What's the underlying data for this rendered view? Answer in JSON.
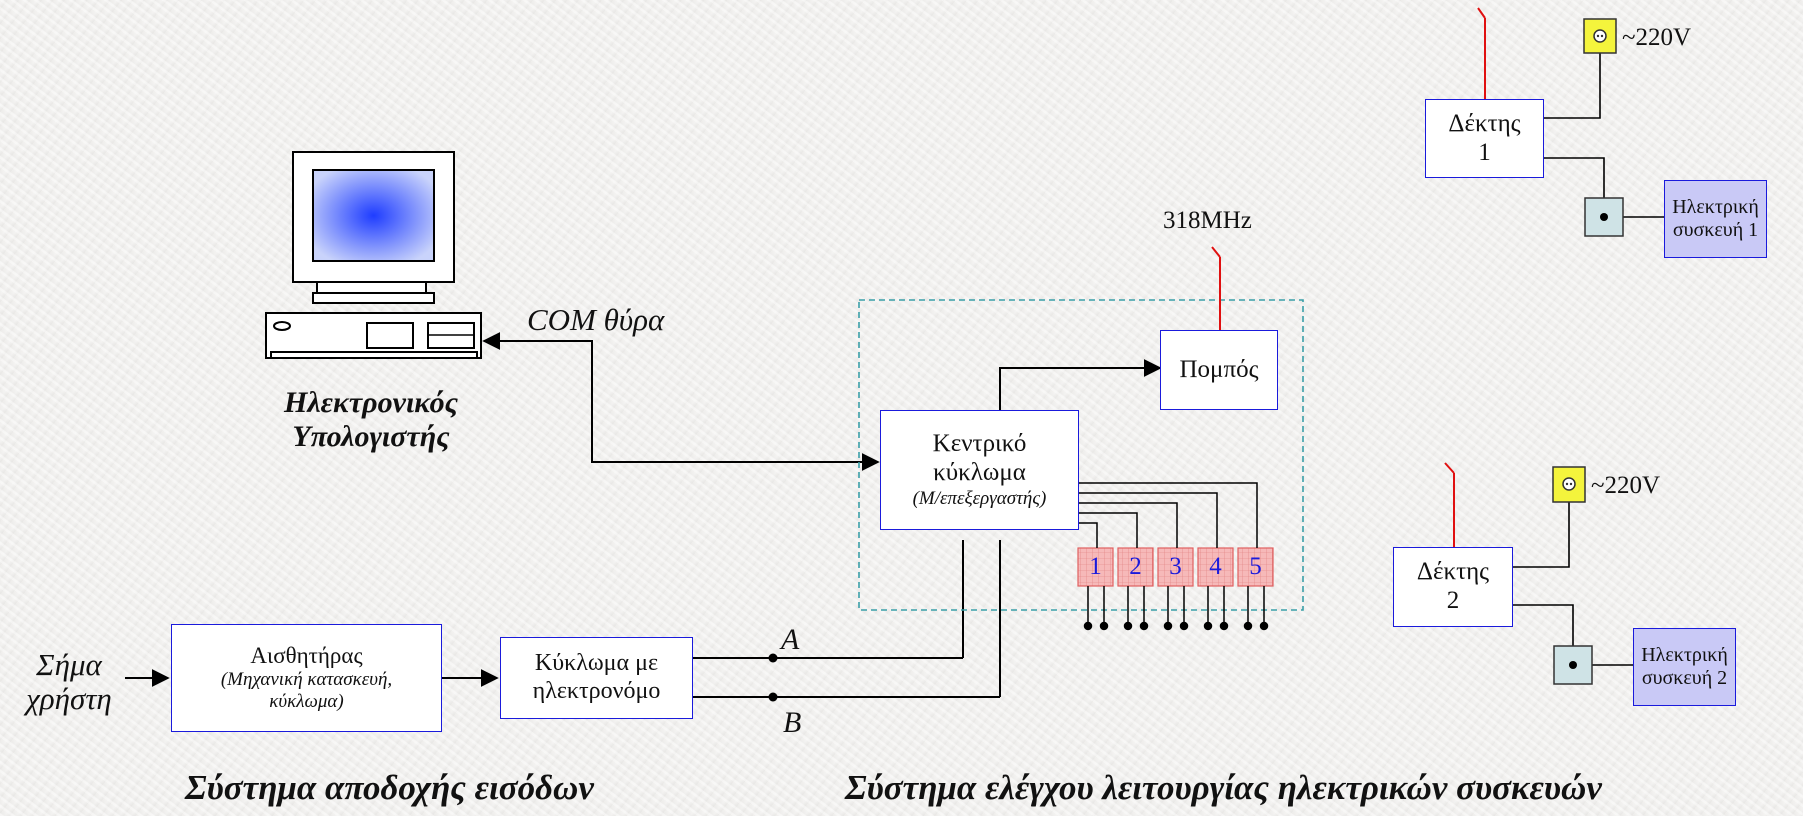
{
  "computer": {
    "line1": "Ηλεκτρονικός",
    "line2": "Υπολογιστής"
  },
  "com_port": "COM θύρα",
  "input": {
    "line1": "Σήμα",
    "line2": "χρήστη"
  },
  "sensor": {
    "title": "Αισθητήρας",
    "sub1": "(Μηχανική κατασκευή,",
    "sub2": "κύκλωμα)"
  },
  "relay_circuit": {
    "line1": "Κύκλωμα με",
    "line2": "ηλεκτρονόμο"
  },
  "signal_a": "A",
  "signal_b": "B",
  "central": {
    "line1": "Κεντρικό",
    "line2": "κύκλωμα",
    "line3": "(Μ/επεξεργαστής)"
  },
  "transmitter": {
    "label": "Πομπός",
    "frequency": "318MHz"
  },
  "relays": [
    "1",
    "2",
    "3",
    "4",
    "5"
  ],
  "receiver1": {
    "line1": "Δέκτης",
    "line2": "1",
    "voltage": "~220V"
  },
  "receiver2": {
    "line1": "Δέκτης",
    "line2": "2",
    "voltage": "~220V"
  },
  "device1": {
    "line1": "Ηλεκτρική",
    "line2": "συσκευή 1"
  },
  "device2": {
    "line1": "Ηλεκτρική",
    "line2": "συσκευή 2"
  },
  "captions": {
    "left": "Σύστημα αποδοχής εισόδων",
    "right": "Σύστημα ελέγχου λειτουργίας ηλεκτρικών συσκευών"
  },
  "colors": {
    "box_border": "#1a1adc",
    "antenna": "#e01010",
    "relay_fill": "#f6b9b9",
    "device_fill": "#c9c9f6",
    "plug_fill": "#f4f43c",
    "socket_fill": "#cfe3e6"
  }
}
